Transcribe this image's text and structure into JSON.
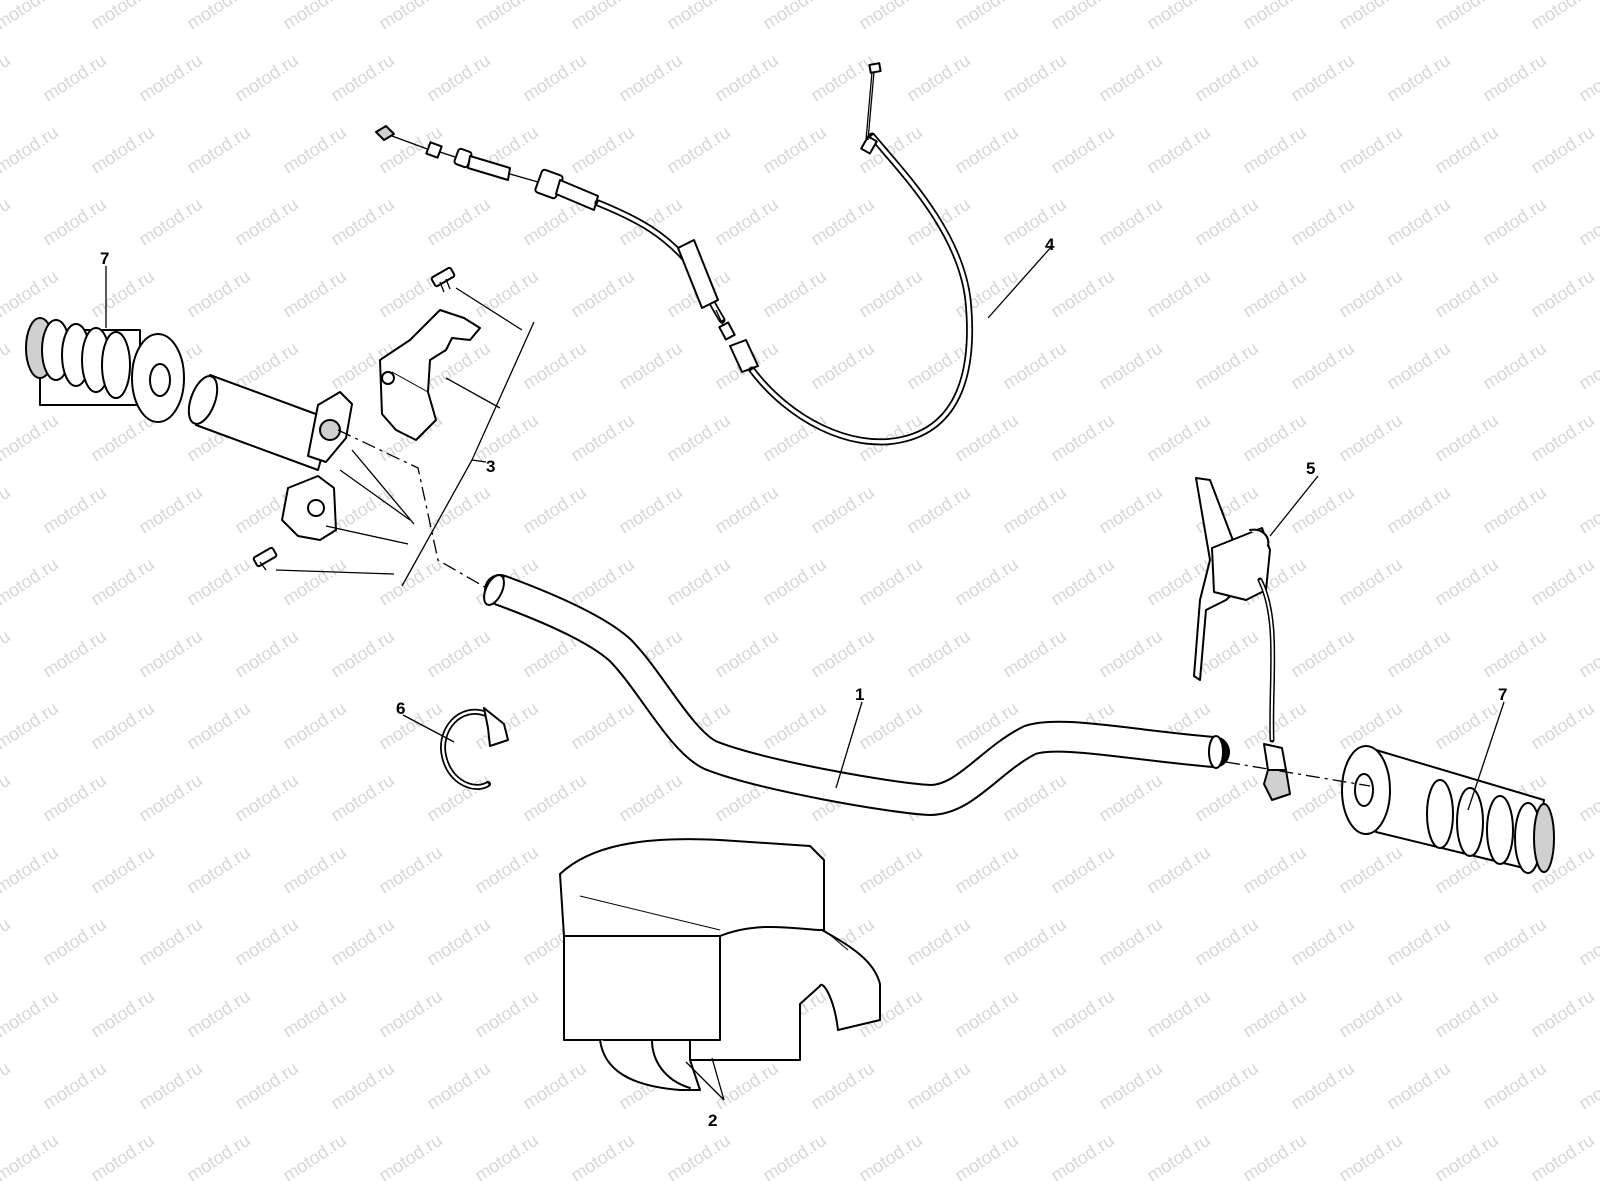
{
  "watermark": "motod.ru",
  "callouts": {
    "c1": "1",
    "c2": "2",
    "c3": "3",
    "c4": "4",
    "c5": "5",
    "c6": "6",
    "c7_left": "7",
    "c7_right": "7"
  },
  "colors": {
    "line": "#000000",
    "background": "#ffffff",
    "watermark": "#d6d6d6"
  }
}
